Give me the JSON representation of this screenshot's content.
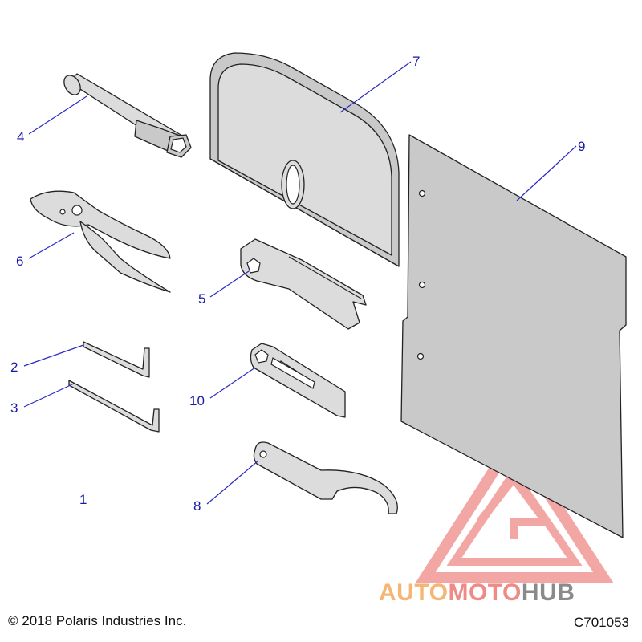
{
  "callouts": [
    {
      "id": "1",
      "label": "1"
    },
    {
      "id": "2",
      "label": "2"
    },
    {
      "id": "3",
      "label": "3"
    },
    {
      "id": "4",
      "label": "4"
    },
    {
      "id": "5",
      "label": "5"
    },
    {
      "id": "6",
      "label": "6"
    },
    {
      "id": "7",
      "label": "7"
    },
    {
      "id": "8",
      "label": "8"
    },
    {
      "id": "9",
      "label": "9"
    },
    {
      "id": "10",
      "label": "10"
    }
  ],
  "footer": {
    "copyright": "© 2018 Polaris Industries Inc.",
    "drawing_code": "C701053"
  },
  "watermark": {
    "part1": "AUTO",
    "part2": "MOTO",
    "part3": "HUB",
    "colors": {
      "orange": "#f5b574",
      "red": "#ef8a86",
      "gray": "#8a8a8a"
    }
  },
  "colors": {
    "callout": "#1a1aa8",
    "part_fill": "#c9c9c9"
  }
}
